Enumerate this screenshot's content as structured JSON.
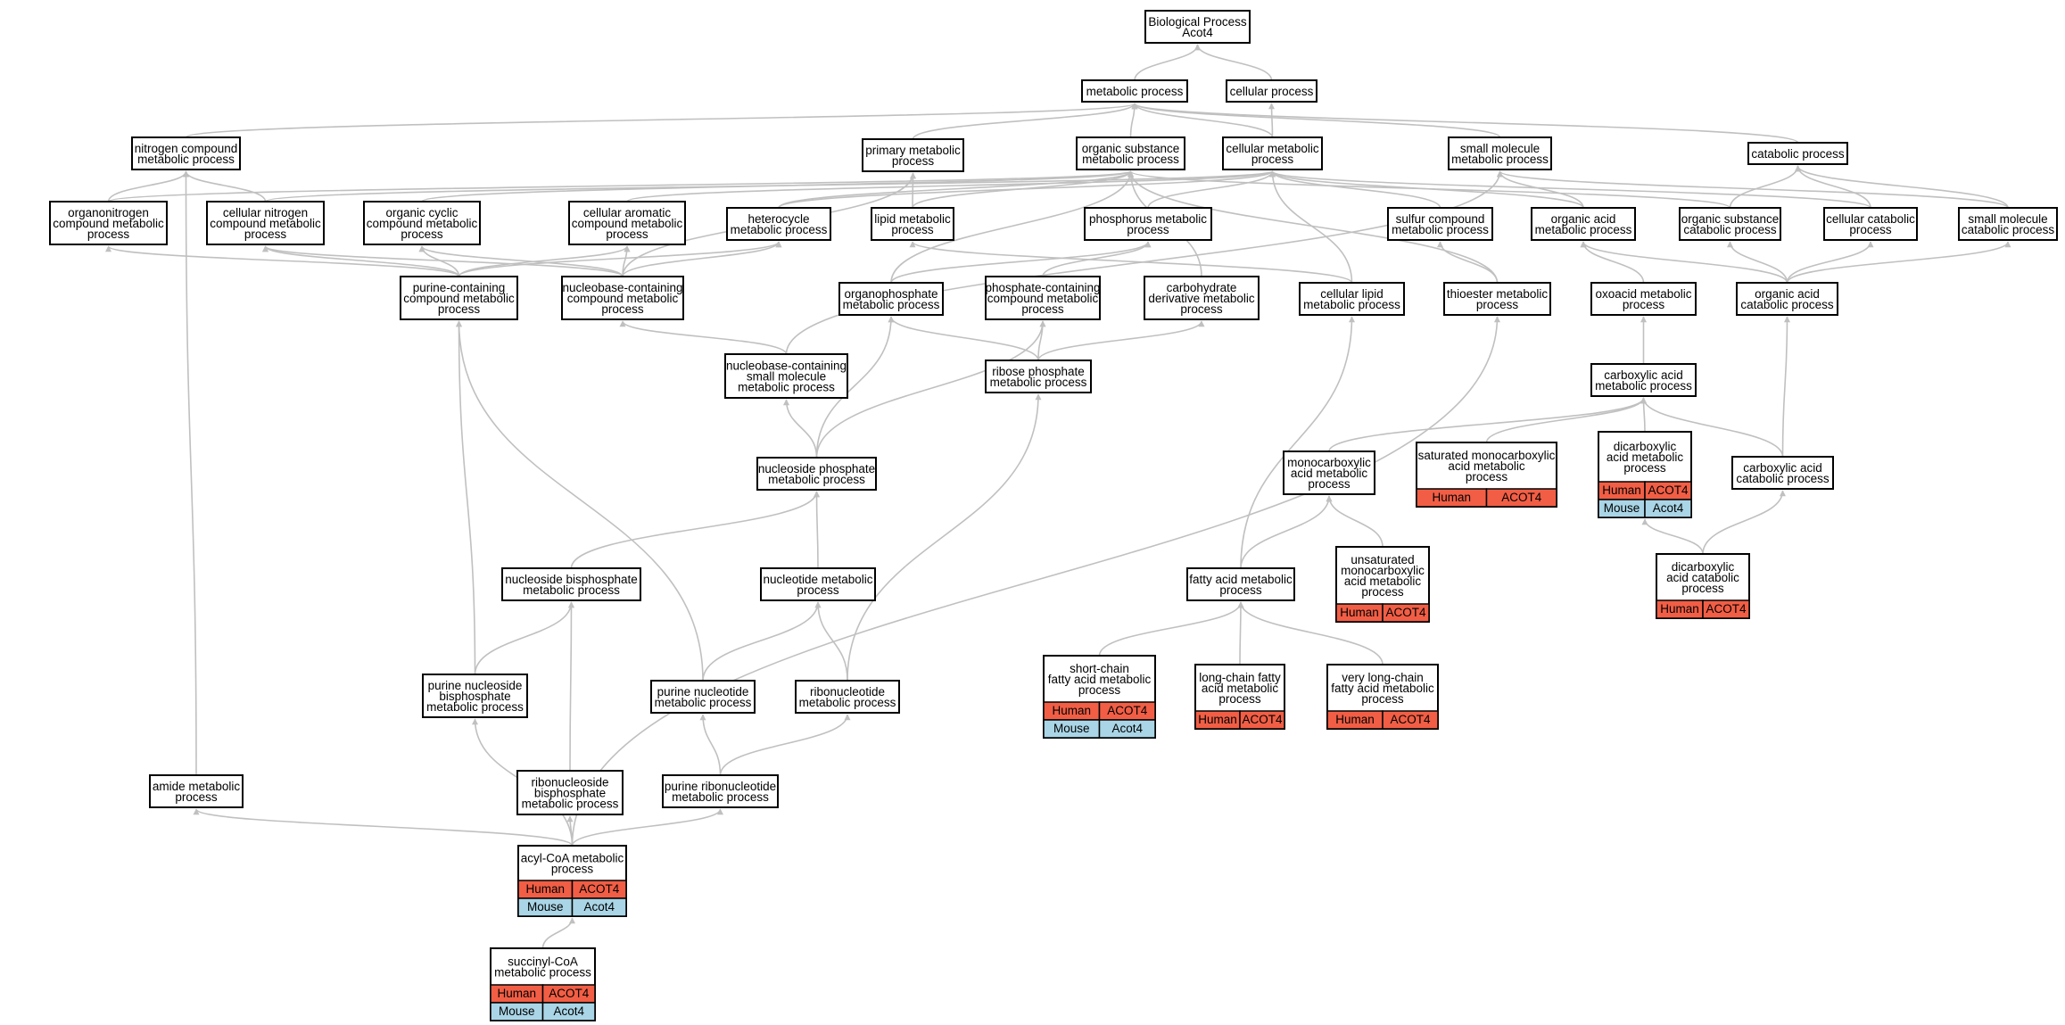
{
  "colors": {
    "human": "#f15e45",
    "mouse": "#a9d5e6",
    "edge": "#c0c0c0"
  },
  "nodes": [
    {
      "id": "bp",
      "lines": [
        "Biological Process",
        "Acot4"
      ]
    },
    {
      "id": "metabolic",
      "lines": [
        "metabolic process"
      ]
    },
    {
      "id": "cellular",
      "lines": [
        "cellular process"
      ]
    },
    {
      "id": "nitrogen",
      "lines": [
        "nitrogen compound",
        "metabolic process"
      ]
    },
    {
      "id": "primary",
      "lines": [
        "primary metabolic",
        "process"
      ]
    },
    {
      "id": "organicsub",
      "lines": [
        "organic substance",
        "metabolic process"
      ]
    },
    {
      "id": "cellmet",
      "lines": [
        "cellular metabolic",
        "process"
      ]
    },
    {
      "id": "smallmol",
      "lines": [
        "small molecule",
        "metabolic process"
      ]
    },
    {
      "id": "catabolic",
      "lines": [
        "catabolic process"
      ]
    },
    {
      "id": "organonitrogen",
      "lines": [
        "organonitrogen",
        "compound metabolic",
        "process"
      ]
    },
    {
      "id": "cellnitrogen",
      "lines": [
        "cellular nitrogen",
        "compound metabolic",
        "process"
      ]
    },
    {
      "id": "orgcyclic",
      "lines": [
        "organic cyclic",
        "compound metabolic",
        "process"
      ]
    },
    {
      "id": "cellaromatic",
      "lines": [
        "cellular aromatic",
        "compound metabolic",
        "process"
      ]
    },
    {
      "id": "heterocycle",
      "lines": [
        "heterocycle",
        "metabolic process"
      ]
    },
    {
      "id": "lipid",
      "lines": [
        "lipid metabolic",
        "process"
      ]
    },
    {
      "id": "phosphorus",
      "lines": [
        "phosphorus metabolic",
        "process"
      ]
    },
    {
      "id": "sulfur",
      "lines": [
        "sulfur compound",
        "metabolic process"
      ]
    },
    {
      "id": "organicacid",
      "lines": [
        "organic acid",
        "metabolic process"
      ]
    },
    {
      "id": "orgsubcat",
      "lines": [
        "organic substance",
        "catabolic process"
      ]
    },
    {
      "id": "cellcat",
      "lines": [
        "cellular catabolic",
        "process"
      ]
    },
    {
      "id": "smallmolcat",
      "lines": [
        "small molecule",
        "catabolic process"
      ]
    },
    {
      "id": "purinecont",
      "lines": [
        "purine-containing",
        "compound metabolic",
        "process"
      ]
    },
    {
      "id": "nucleobasecont",
      "lines": [
        "nucleobase-containing",
        "compound metabolic",
        "process"
      ]
    },
    {
      "id": "organophosphate",
      "lines": [
        "organophosphate",
        "metabolic process"
      ]
    },
    {
      "id": "phosphatecont",
      "lines": [
        "phosphate-containing",
        "compound metabolic",
        "process"
      ]
    },
    {
      "id": "carbohydrate",
      "lines": [
        "carbohydrate",
        "derivative metabolic",
        "process"
      ]
    },
    {
      "id": "celllipid",
      "lines": [
        "cellular lipid",
        "metabolic process"
      ]
    },
    {
      "id": "thioester",
      "lines": [
        "thioester metabolic",
        "process"
      ]
    },
    {
      "id": "oxoacid",
      "lines": [
        "oxoacid metabolic",
        "process"
      ]
    },
    {
      "id": "orgacidcat",
      "lines": [
        "organic acid",
        "catabolic process"
      ]
    },
    {
      "id": "nucleobasesmall",
      "lines": [
        "nucleobase-containing",
        "small molecule",
        "metabolic process"
      ]
    },
    {
      "id": "ribosephosphate",
      "lines": [
        "ribose phosphate",
        "metabolic process"
      ]
    },
    {
      "id": "carboxylic",
      "lines": [
        "carboxylic acid",
        "metabolic process"
      ]
    },
    {
      "id": "satmono",
      "lines": [
        "saturated monocarboxylic",
        "acid metabolic",
        "process"
      ],
      "rows": [
        [
          "Human",
          "ACOT4"
        ]
      ]
    },
    {
      "id": "dicarbox",
      "lines": [
        "dicarboxylic",
        "acid metabolic",
        "process"
      ],
      "rows": [
        [
          "Human",
          "ACOT4"
        ],
        [
          "Mouse",
          "Acot4"
        ]
      ]
    },
    {
      "id": "monocarbox",
      "lines": [
        "monocarboxylic",
        "acid metabolic",
        "process"
      ]
    },
    {
      "id": "carboxcat",
      "lines": [
        "carboxylic acid",
        "catabolic process"
      ]
    },
    {
      "id": "nucleosidephos",
      "lines": [
        "nucleoside phosphate",
        "metabolic process"
      ]
    },
    {
      "id": "unsatmono",
      "lines": [
        "unsaturated",
        "monocarboxylic",
        "acid metabolic",
        "process"
      ],
      "rows": [
        [
          "Human",
          "ACOT4"
        ]
      ]
    },
    {
      "id": "dicarboxcat",
      "lines": [
        "dicarboxylic",
        "acid catabolic",
        "process"
      ],
      "rows": [
        [
          "Human",
          "ACOT4"
        ]
      ]
    },
    {
      "id": "nucleosidebis",
      "lines": [
        "nucleoside bisphosphate",
        "metabolic process"
      ]
    },
    {
      "id": "nucleotide",
      "lines": [
        "nucleotide metabolic",
        "process"
      ]
    },
    {
      "id": "fattyacid",
      "lines": [
        "fatty acid metabolic",
        "process"
      ]
    },
    {
      "id": "purinenucbis",
      "lines": [
        "purine nucleoside",
        "bisphosphate",
        "metabolic process"
      ]
    },
    {
      "id": "purinenucleotide",
      "lines": [
        "purine nucleotide",
        "metabolic process"
      ]
    },
    {
      "id": "ribonucleotide",
      "lines": [
        "ribonucleotide",
        "metabolic process"
      ]
    },
    {
      "id": "shortchain",
      "lines": [
        "short-chain",
        "fatty acid metabolic",
        "process"
      ],
      "rows": [
        [
          "Human",
          "ACOT4"
        ],
        [
          "Mouse",
          "Acot4"
        ]
      ]
    },
    {
      "id": "longchain",
      "lines": [
        "long-chain fatty",
        "acid metabolic",
        "process"
      ],
      "rows": [
        [
          "Human",
          "ACOT4"
        ]
      ]
    },
    {
      "id": "verylong",
      "lines": [
        "very long-chain",
        "fatty acid metabolic",
        "process"
      ],
      "rows": [
        [
          "Human",
          "ACOT4"
        ]
      ]
    },
    {
      "id": "amide",
      "lines": [
        "amide metabolic",
        "process"
      ]
    },
    {
      "id": "ribonucbis",
      "lines": [
        "ribonucleoside",
        "bisphosphate",
        "metabolic process"
      ]
    },
    {
      "id": "purineribo",
      "lines": [
        "purine ribonucleotide",
        "metabolic process"
      ]
    },
    {
      "id": "acylcoa",
      "lines": [
        "acyl-CoA metabolic",
        "process"
      ],
      "rows": [
        [
          "Human",
          "ACOT4"
        ],
        [
          "Mouse",
          "Acot4"
        ]
      ]
    },
    {
      "id": "succinyl",
      "lines": [
        "succinyl-CoA",
        "metabolic process"
      ],
      "rows": [
        [
          "Human",
          "ACOT4"
        ],
        [
          "Mouse",
          "Acot4"
        ]
      ]
    }
  ],
  "edges": [
    [
      "metabolic",
      "bp"
    ],
    [
      "cellular",
      "bp"
    ],
    [
      "cellmet",
      "cellular"
    ],
    [
      "nitrogen",
      "metabolic"
    ],
    [
      "primary",
      "metabolic"
    ],
    [
      "organicsub",
      "metabolic"
    ],
    [
      "cellmet",
      "metabolic"
    ],
    [
      "smallmol",
      "metabolic"
    ],
    [
      "catabolic",
      "metabolic"
    ],
    [
      "organonitrogen",
      "nitrogen"
    ],
    [
      "cellnitrogen",
      "nitrogen"
    ],
    [
      "organonitrogen",
      "organicsub"
    ],
    [
      "cellnitrogen",
      "cellmet"
    ],
    [
      "orgcyclic",
      "organicsub"
    ],
    [
      "cellaromatic",
      "cellmet"
    ],
    [
      "heterocycle",
      "organicsub"
    ],
    [
      "heterocycle",
      "cellmet"
    ],
    [
      "lipid",
      "primary"
    ],
    [
      "lipid",
      "organicsub"
    ],
    [
      "phosphorus",
      "cellmet"
    ],
    [
      "sulfur",
      "cellmet"
    ],
    [
      "organicacid",
      "cellmet"
    ],
    [
      "organicacid",
      "smallmol"
    ],
    [
      "orgsubcat",
      "organicsub"
    ],
    [
      "orgsubcat",
      "catabolic"
    ],
    [
      "cellcat",
      "cellmet"
    ],
    [
      "cellcat",
      "catabolic"
    ],
    [
      "smallmolcat",
      "smallmol"
    ],
    [
      "smallmolcat",
      "catabolic"
    ],
    [
      "purinecont",
      "organonitrogen"
    ],
    [
      "purinecont",
      "cellnitrogen"
    ],
    [
      "purinecont",
      "orgcyclic"
    ],
    [
      "purinecont",
      "cellaromatic"
    ],
    [
      "purinecont",
      "heterocycle"
    ],
    [
      "nucleobasecont",
      "cellnitrogen"
    ],
    [
      "nucleobasecont",
      "orgcyclic"
    ],
    [
      "nucleobasecont",
      "cellaromatic"
    ],
    [
      "nucleobasecont",
      "heterocycle"
    ],
    [
      "nucleobasecont",
      "primary"
    ],
    [
      "organophosphate",
      "phosphorus"
    ],
    [
      "organophosphate",
      "organicsub"
    ],
    [
      "phosphatecont",
      "phosphorus"
    ],
    [
      "carbohydrate",
      "organicsub"
    ],
    [
      "celllipid",
      "lipid"
    ],
    [
      "celllipid",
      "cellmet"
    ],
    [
      "thioester",
      "sulfur"
    ],
    [
      "thioester",
      "organicsub"
    ],
    [
      "oxoacid",
      "organicacid"
    ],
    [
      "orgacidcat",
      "organicacid"
    ],
    [
      "orgacidcat",
      "orgsubcat"
    ],
    [
      "orgacidcat",
      "cellcat"
    ],
    [
      "orgacidcat",
      "smallmolcat"
    ],
    [
      "nucleobasesmall",
      "nucleobasecont"
    ],
    [
      "nucleobasesmall",
      "smallmol"
    ],
    [
      "ribosephosphate",
      "organophosphate"
    ],
    [
      "ribosephosphate",
      "phosphatecont"
    ],
    [
      "ribosephosphate",
      "carbohydrate"
    ],
    [
      "carboxylic",
      "oxoacid"
    ],
    [
      "satmono",
      "carboxylic"
    ],
    [
      "dicarbox",
      "carboxylic"
    ],
    [
      "monocarbox",
      "carboxylic"
    ],
    [
      "carboxcat",
      "carboxylic"
    ],
    [
      "carboxcat",
      "orgacidcat"
    ],
    [
      "nucleosidephos",
      "nucleobasesmall"
    ],
    [
      "nucleosidephos",
      "organophosphate"
    ],
    [
      "nucleosidephos",
      "phosphatecont"
    ],
    [
      "unsatmono",
      "monocarbox"
    ],
    [
      "dicarboxcat",
      "dicarbox"
    ],
    [
      "dicarboxcat",
      "carboxcat"
    ],
    [
      "nucleosidebis",
      "nucleosidephos"
    ],
    [
      "nucleotide",
      "nucleosidephos"
    ],
    [
      "fattyacid",
      "monocarbox"
    ],
    [
      "fattyacid",
      "celllipid"
    ],
    [
      "purinenucbis",
      "nucleosidebis"
    ],
    [
      "purinenucbis",
      "purinecont"
    ],
    [
      "purinenucleotide",
      "nucleotide"
    ],
    [
      "purinenucleotide",
      "purinecont"
    ],
    [
      "ribonucleotide",
      "nucleotide"
    ],
    [
      "ribonucleotide",
      "ribosephosphate"
    ],
    [
      "shortchain",
      "fattyacid"
    ],
    [
      "longchain",
      "fattyacid"
    ],
    [
      "verylong",
      "fattyacid"
    ],
    [
      "amide",
      "nitrogen"
    ],
    [
      "ribonucbis",
      "nucleosidebis"
    ],
    [
      "purineribo",
      "purinenucleotide"
    ],
    [
      "purineribo",
      "ribonucleotide"
    ],
    [
      "acylcoa",
      "amide"
    ],
    [
      "acylcoa",
      "ribonucbis"
    ],
    [
      "acylcoa",
      "purineribo"
    ],
    [
      "acylcoa",
      "purinenucbis"
    ],
    [
      "acylcoa",
      "thioester"
    ],
    [
      "succinyl",
      "acylcoa"
    ]
  ]
}
